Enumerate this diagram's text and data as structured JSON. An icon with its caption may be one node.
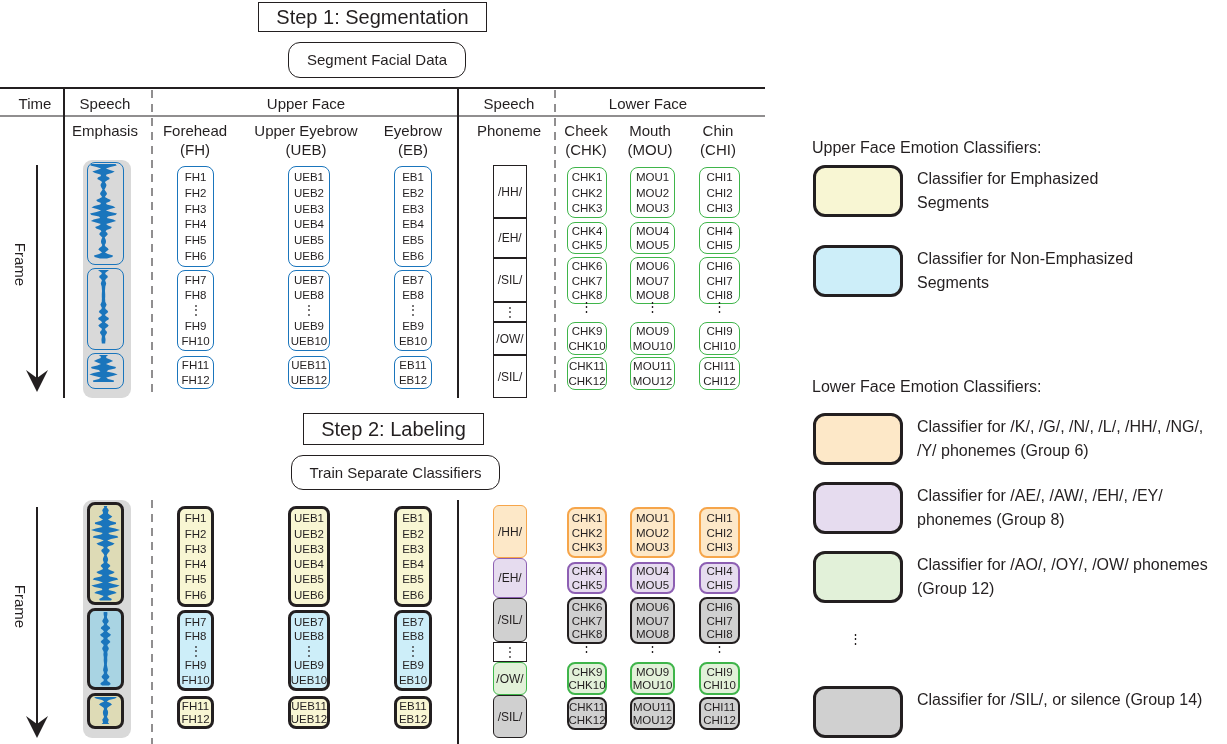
{
  "diagram": {
    "nodes": [
      {
        "text": [
          "Step 1: Segmentation"
        ]
      },
      {
        "text": [
          "Segment Facial Data"
        ]
      },
      {
        "text": [],
        "shape": "box"
      },
      {
        "text": [],
        "shape": "box"
      },
      {
        "text": [],
        "shape": "box"
      },
      {
        "text": [
          "FH1",
          "FH2",
          "FH3",
          "FH4",
          "FH5",
          "FH6"
        ]
      },
      {
        "text": [
          "FH7",
          "FH8",
          "⋮",
          "FH9",
          "FH10"
        ]
      },
      {
        "text": [
          "FH11",
          "FH12"
        ]
      },
      {
        "text": [
          "UEB1",
          "UEB2",
          "UEB3",
          "UEB4",
          "UEB5",
          "UEB6"
        ]
      },
      {
        "text": [
          "UEB7",
          "UEB8",
          "⋮",
          "UEB9",
          "UEB10"
        ]
      },
      {
        "text": [
          "UEB11",
          "UEB12"
        ]
      },
      {
        "text": [
          "EB1",
          "EB2",
          "EB3",
          "EB4",
          "EB5",
          "EB6"
        ]
      },
      {
        "text": [
          "EB7",
          "EB8",
          "⋮",
          "EB9",
          "EB10"
        ]
      },
      {
        "text": [
          "EB11",
          "EB12"
        ]
      },
      {
        "text": [
          "/HH/"
        ]
      },
      {
        "text": [
          "/EH/"
        ]
      },
      {
        "text": [
          "/SIL/"
        ]
      },
      {
        "text": [
          "⋮"
        ]
      },
      {
        "text": [
          "/OW/"
        ]
      },
      {
        "text": [
          "/SIL/"
        ]
      },
      {
        "text": [
          "CHK1",
          "CHK2",
          "CHK3"
        ]
      },
      {
        "text": [
          "CHK4",
          "CHK5"
        ]
      },
      {
        "text": [
          "CHK6",
          "CHK7",
          "CHK8"
        ]
      },
      {
        "text": [
          "CHK9",
          "CHK10"
        ]
      },
      {
        "text": [
          "CHK11",
          "CHK12"
        ]
      },
      {
        "text": [
          "MOU1",
          "MOU2",
          "MOU3"
        ]
      },
      {
        "text": [
          "MOU4",
          "MOU5"
        ]
      },
      {
        "text": [
          "MOU6",
          "MOU7",
          "MOU8"
        ]
      },
      {
        "text": [
          "MOU9",
          "MOU10"
        ]
      },
      {
        "text": [
          "MOU11",
          "MOU12"
        ]
      },
      {
        "text": [
          "CHI1",
          "CHI2",
          "CHI3"
        ]
      },
      {
        "text": [
          "CHI4",
          "CHI5"
        ]
      },
      {
        "text": [
          "CHI6",
          "CHI7",
          "CHI8"
        ]
      },
      {
        "text": [
          "CHI9",
          "CHI10"
        ]
      },
      {
        "text": [
          "CHI11",
          "CHI12"
        ]
      },
      {
        "text": [
          "Step 2: Labeling"
        ]
      },
      {
        "text": [
          "Train Separate Classifiers"
        ]
      },
      {
        "text": [],
        "shape": "box"
      },
      {
        "text": [],
        "shape": "box"
      },
      {
        "text": [],
        "shape": "box"
      },
      {
        "text": [
          "FH1",
          "FH2",
          "FH3",
          "FH4",
          "FH5",
          "FH6"
        ]
      },
      {
        "text": [
          "FH7",
          "FH8",
          "⋮",
          "FH9",
          "FH10"
        ]
      },
      {
        "text": [
          "FH11",
          "FH12"
        ]
      },
      {
        "text": [
          "UEB1",
          "UEB2",
          "UEB3",
          "UEB4",
          "UEB5",
          "UEB6"
        ]
      },
      {
        "text": [
          "UEB7",
          "UEB8",
          "⋮",
          "UEB9",
          "UEB10"
        ]
      },
      {
        "text": [
          "UEB11",
          "UEB12"
        ]
      },
      {
        "text": [
          "EB1",
          "EB2",
          "EB3",
          "EB4",
          "EB5",
          "EB6"
        ]
      },
      {
        "text": [
          "EB7",
          "EB8",
          "⋮",
          "EB9",
          "EB10"
        ]
      },
      {
        "text": [
          "EB11",
          "EB12"
        ]
      },
      {
        "text": [
          "/HH/"
        ]
      },
      {
        "text": [
          "/EH/"
        ]
      },
      {
        "text": [
          "/SIL/"
        ]
      },
      {
        "text": [
          "⋮"
        ]
      },
      {
        "text": [
          "/OW/"
        ]
      },
      {
        "text": [
          "/SIL/"
        ]
      },
      {
        "text": [
          "CHK1",
          "CHK2",
          "CHK3"
        ]
      },
      {
        "text": [
          "CHK4",
          "CHK5"
        ]
      },
      {
        "text": [
          "CHK6",
          "CHK7",
          "CHK8"
        ]
      },
      {
        "text": [
          "CHK9",
          "CHK10"
        ]
      },
      {
        "text": [
          "CHK11",
          "CHK12"
        ]
      },
      {
        "text": [
          "MOU1",
          "MOU2",
          "MOU3"
        ]
      },
      {
        "text": [
          "MOU4",
          "MOU5"
        ]
      },
      {
        "text": [
          "MOU6",
          "MOU7",
          "MOU8"
        ]
      },
      {
        "text": [
          "MOU9",
          "MOU10"
        ]
      },
      {
        "text": [
          "MOU11",
          "MOU12"
        ]
      },
      {
        "text": [
          "CHI1",
          "CHI2",
          "CHI3"
        ]
      },
      {
        "text": [
          "CHI4",
          "CHI5"
        ]
      },
      {
        "text": [
          "CHI6",
          "CHI7",
          "CHI8"
        ]
      },
      {
        "text": [
          "CHI9",
          "CHI10"
        ]
      },
      {
        "text": [
          "CHI11",
          "CHI12"
        ]
      }
    ],
    "labels": [
      "Time",
      "Speech",
      "Upper Face",
      "Speech",
      "Lower Face",
      "Emphasis",
      "Forehead (FH)",
      "Upper Eyebrow (UEB)",
      "Eyebrow (EB)",
      "Phoneme",
      "Cheek (CHK)",
      "Mouth (MOU)",
      "Chin (CHI)",
      "Frame",
      "⋮",
      "⋮",
      "⋮",
      "Frame",
      "⋮",
      "⋮",
      "⋮",
      "Upper Face Emotion Classifiers:",
      "Lower Face Emotion Classifiers:",
      "⋮"
    ],
    "legend": [
      {
        "text": "Classifier for Emphasized Segments",
        "color": "#f8f6d3"
      },
      {
        "text": "Classifier for Non-Emphasized Segments",
        "color": "#cdeef9"
      },
      {
        "text": "Classifier for /K/, /G/, /N/, /L/, /HH/, /NG/, /Y/ phonemes (Group 6)",
        "color": "#fde8c8"
      },
      {
        "text": "Classifier for /AE/, /AW/, /EH/, /EY/ phonemes (Group 8)",
        "color": "#e6dcef"
      },
      {
        "text": "Classifier for /AO/, /OY/, /OW/ phonemes (Group 12)",
        "color": "#e2f1d9"
      },
      {
        "text": "Classifier for /SIL/, or silence (Group 14)",
        "color": "#d0d0d0"
      }
    ]
  }
}
